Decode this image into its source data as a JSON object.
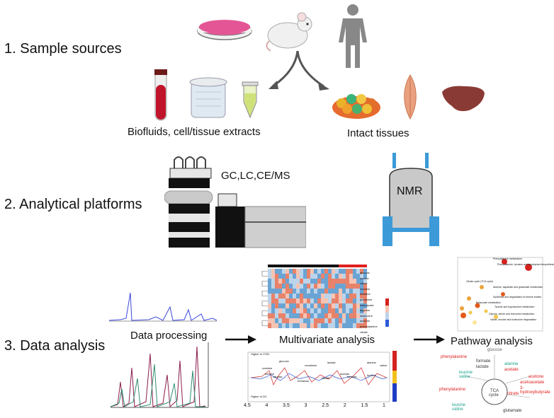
{
  "rows": [
    {
      "title": "1. Sample sources"
    },
    {
      "title": "2. Analytical platforms"
    },
    {
      "title": "3. Data analysis"
    }
  ],
  "row1": {
    "caption_left": "Biofluids, cell/tissue extracts",
    "caption_right": "Intact tissues"
  },
  "row2": {
    "ms_label": "GC,LC,CE/MS",
    "nmr_label": "NMR"
  },
  "row3": {
    "data_processing": "Data processing",
    "multivariate": "Multivariate analysis",
    "pathway": "Pathway analysis",
    "heatmap_rows": [
      "glucose",
      "leucine",
      "valine",
      "creatine",
      "histidine",
      "glutamine",
      "isobutyrate",
      "arginine",
      "isoleucine",
      "acetone",
      "phenylalanine",
      "citrate"
    ],
    "plot_labels": [
      "Higher in CON",
      "Higher in DC",
      "glucose",
      "creatine",
      "creatinine",
      "valine",
      "alanine",
      "taurine",
      "lactate",
      "citrate",
      "acetate",
      "formate",
      "betaine",
      "trehalose",
      "leucine"
    ],
    "plot_axis_ticks": [
      "4.5",
      "4",
      "3.5",
      "3",
      "2.5",
      "2",
      "1.5",
      "1"
    ],
    "pathway_labels": [
      "Phenylalanine metabolism",
      "Phenylalanine, tyrosine and tryptophan biosynthesis",
      "Citrate cycle (TCA cycle)",
      "Alanine, aspartate and glutamate metabolism",
      "Synthesis and degradation of ketone bodies",
      "Butanoate metabolism",
      "Taurine and hypotaurine metabolism",
      "Glycine, serine and threonine metabolism",
      "Valine, leucine and isoleucine degradation"
    ],
    "network_labels": {
      "glucose": "glucose",
      "phenylalanine": "phenylalanine",
      "lactate": "lactate",
      "formate": "formate",
      "alanine": "alanine",
      "acetate": "acetate",
      "leucine": "leucine",
      "valine": "valine",
      "acetone": "acetone",
      "acetoacetate": "acetoacetate",
      "hydroxybutyrate": "3-hydroxybutyrate",
      "citrate": "citrate",
      "tca": "TCA",
      "cycle": "cycle",
      "glutamate": "glutamate"
    }
  },
  "colors": {
    "red": "#e02020",
    "blue": "#2a5bd7",
    "teal": "#1aa38a",
    "grey": "#8a8a8a"
  }
}
